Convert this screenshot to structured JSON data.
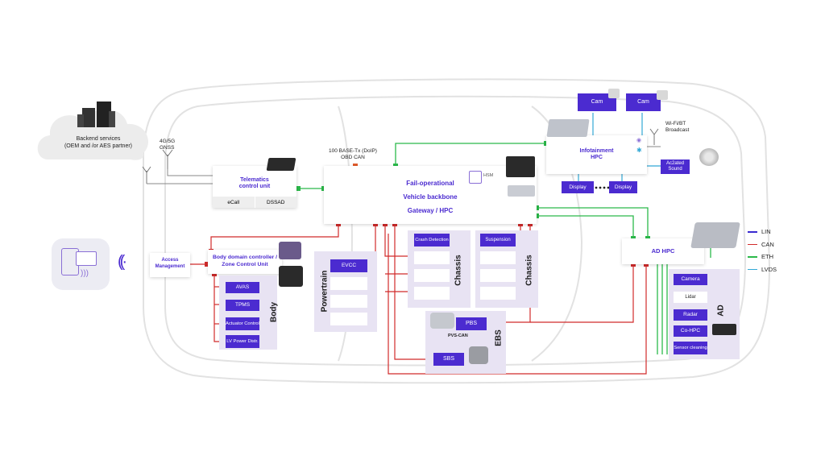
{
  "cloud": {
    "line1": "Backend services",
    "line2": "(OEM and /or AES partner)"
  },
  "telematics": {
    "network": "4G/5G\nGNSS",
    "title_line1": "Telematics",
    "title_line2": "control unit",
    "ecall": "eCall",
    "dssad": "DSSAD"
  },
  "obd": {
    "line1": "100 BASE-Tx (DoIP)",
    "line2": "OBD CAN"
  },
  "gateway": {
    "line1": "Fail-operational",
    "line2": "Vehicle backbone",
    "line3": "Gateway / HPC",
    "hsm": "HSM"
  },
  "infotainment": {
    "title_line1": "Infotainment",
    "title_line2": "HPC",
    "cam1": "Cam",
    "cam2": "Cam",
    "display1": "Display",
    "display2": "Display",
    "wifi_line1": "Wi-Fi/BT",
    "wifi_line2": "Broadcast",
    "sound_line1": "Ac2ated",
    "sound_line2": "Sound"
  },
  "access": {
    "line1": "Access",
    "line2": "Management"
  },
  "body": {
    "title_line1": "Body domain controller /",
    "title_line2": "Zone Control Unit",
    "section": "Body",
    "items": [
      "AVAS",
      "TPMS",
      "Actuator Control",
      "LV Power Distr."
    ]
  },
  "powertrain": {
    "section": "Powertrain",
    "evcc": "EVCC"
  },
  "chassis1": {
    "section": "Chassis",
    "item": "Crash Detection"
  },
  "chassis2": {
    "section": "Chassis",
    "item": "Suspension"
  },
  "ebs": {
    "section": "EBS",
    "pbs": "PBS",
    "pvs": "PVS-CAN",
    "sbs": "SBS"
  },
  "ad": {
    "title": "AD HPC",
    "section": "AD",
    "items": [
      "Camera",
      "Lidar",
      "Radar",
      "Co-HPC",
      "Sensor cleaning"
    ]
  },
  "legend": {
    "items": [
      {
        "label": "LIN",
        "color": "#3a2bd0"
      },
      {
        "label": "CAN",
        "color": "#d12b2b"
      },
      {
        "label": "ETH",
        "color": "#2bb94a"
      },
      {
        "label": "LVDS",
        "color": "#32a8d6"
      }
    ]
  }
}
